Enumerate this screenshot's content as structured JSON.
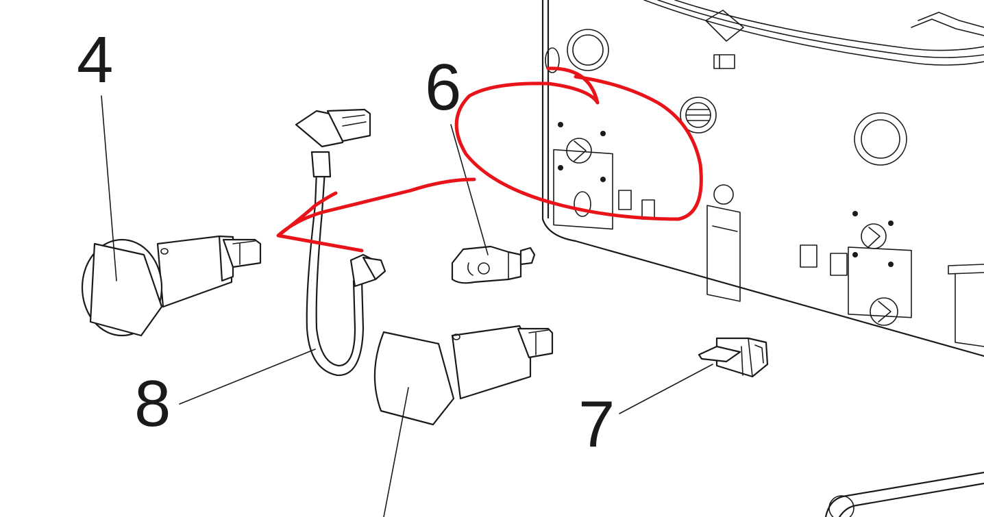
{
  "callouts": {
    "c4": "4",
    "c6": "6",
    "c7": "7",
    "c8": "8"
  },
  "colors": {
    "line": "#1a1a1a",
    "annotation": "#e8141a",
    "background": "#ffffff"
  }
}
